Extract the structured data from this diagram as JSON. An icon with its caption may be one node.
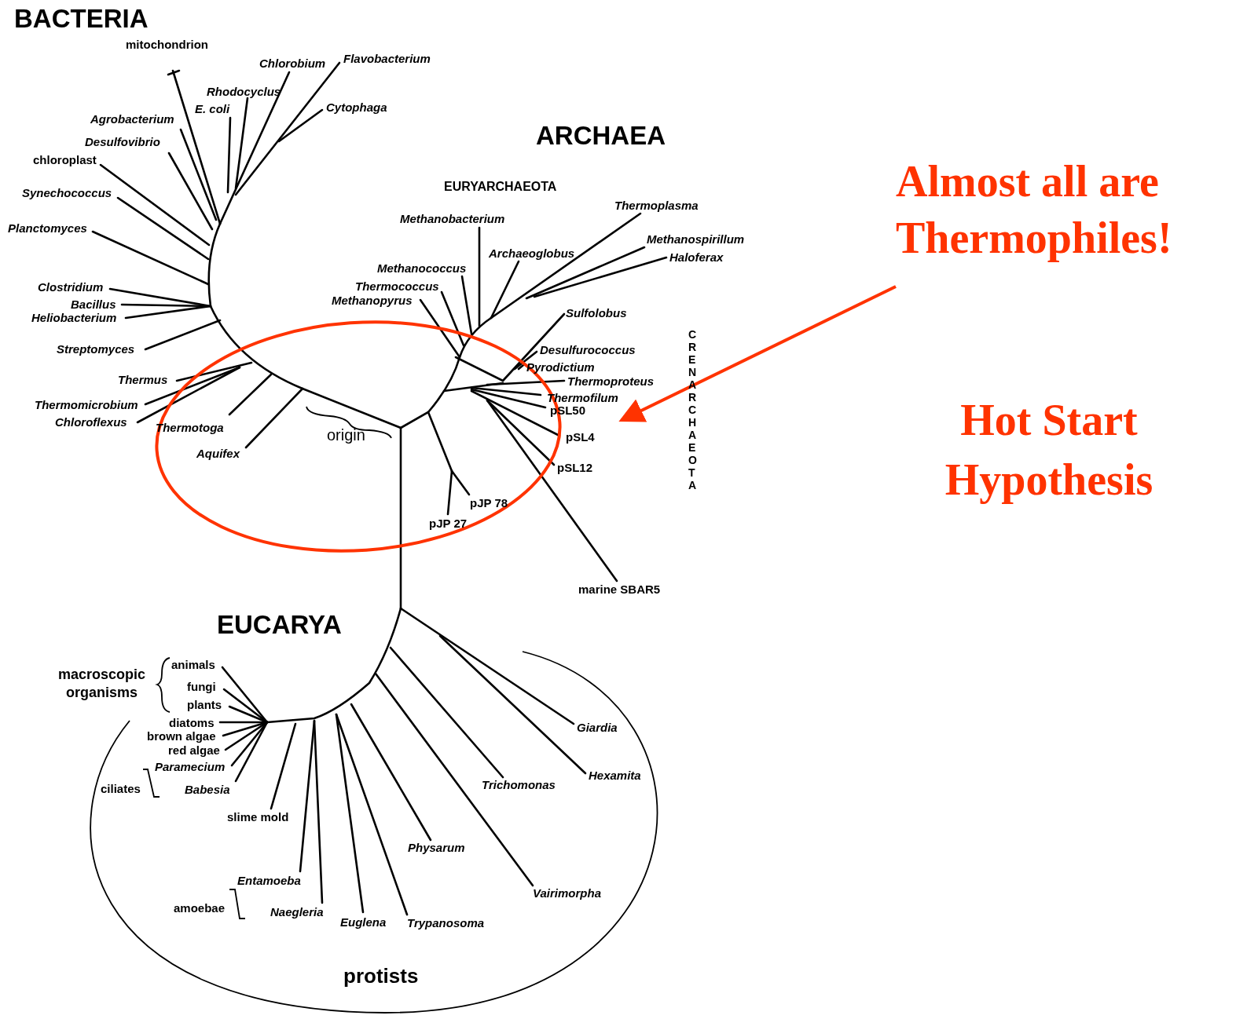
{
  "diagram": {
    "nodes": [
      {
        "text": [
          "Almost all are Thermophiles!"
        ]
      },
      {
        "text": [],
        "shape": "ellipse"
      },
      {
        "text": [
          "protists"
        ]
      }
    ],
    "edges": [
      {
        "from": 0,
        "to": 1,
        "arrow": "to"
      }
    ],
    "labels": [
      "BACTERIA",
      "mitochondrion",
      "Chlorobium",
      "Flavobacterium",
      "Rhodocyclus",
      "E. coli",
      "Cytophaga",
      "Agrobacterium",
      "ARCHAEA",
      "Desulfovibrio",
      "chloroplast",
      "EURYARCHAEOTA",
      "Synechococcus",
      "Thermoplasma",
      "Methanobacterium",
      "Planctomyces",
      "Methanospirillum",
      "Archaeoglobus",
      "Haloferax",
      "Methanococcus",
      "Clostridium",
      "Thermococcus",
      "Bacillus",
      "Methanopyrus",
      "Heliobacterium",
      "Sulfolobus",
      "CRENARCHAEOTA",
      "Streptomyces",
      "Desulfurococcus",
      "Pyrodictium",
      "Thermus",
      "Thermoproteus",
      "Thermofilum",
      "Thermomicrobium",
      "pSL50",
      "Chloroflexus",
      "Thermotoga",
      "origin",
      "pSL4",
      "Aquifex",
      "pSL12",
      "pJP 78",
      "pJP 27",
      "marine SBAR5",
      "EUCARYA",
      "animals",
      "macroscopic organisms",
      "fungi",
      "plants",
      "diatoms",
      "Giardia",
      "brown algae",
      "red algae",
      "Paramecium",
      "Hot Start Hypothesis",
      "ciliates",
      "Babesia",
      "Hexamita",
      "Trichomonas",
      "slime mold",
      "Physarum",
      "Entamoeba",
      "Vairimorpha",
      "amoebae",
      "Naegleria",
      "Euglena",
      "Trypanosoma"
    ]
  }
}
